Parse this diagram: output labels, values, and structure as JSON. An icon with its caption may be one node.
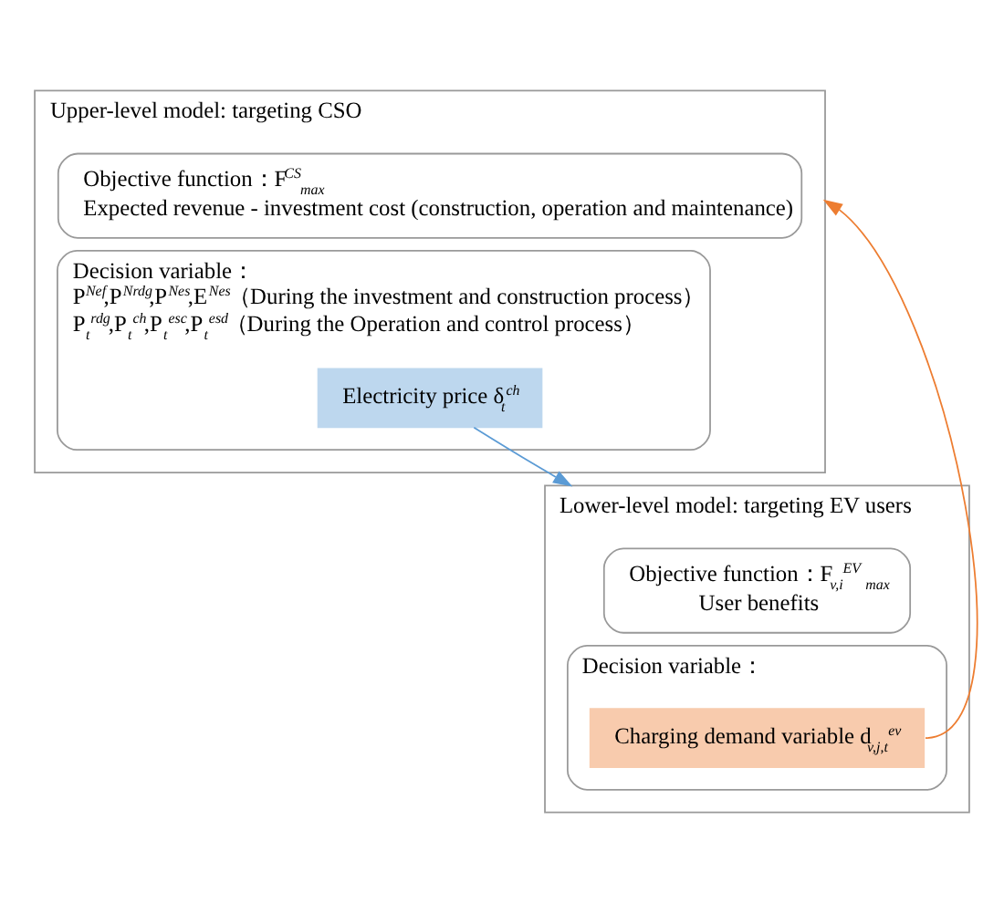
{
  "diagram": {
    "nodes": [
      {
        "text": [
          "Upper-level model: targeting CSO"
        ]
      },
      {
        "text": [
          "Objective function：F$^{CS}$$_{max}$",
          "Expected revenue - investment cost (construction, operation and maintenance)"
        ],
        "in": 0
      },
      {
        "text": [
          "Decision variable：",
          "P$^{Nef}$,P$^{Nrdg}$,P$^{Nes}$,E$^{Nes}$（During the investment and construction process）",
          "P$_{t}$$^{rdg}$,P$_{t}$$^{ch}$,P$_{t}$$^{esc}$,P$_{t}$$^{esd}$（During the Operation and control process）"
        ],
        "in": 0
      },
      {
        "text": [
          "Electricity price δ$_{t}$$^{ch}$"
        ],
        "in": 2
      },
      {
        "text": [
          "Lower-level model: targeting EV users"
        ]
      },
      {
        "text": [
          "Objective function：F$_{v,i}$$^{EV}$ $_{max}$",
          "User benefits"
        ],
        "in": 4
      },
      {
        "text": [
          "Decision variable："
        ],
        "in": 4
      },
      {
        "text": [
          "Charging demand variable d$_{v,j,t}$$^{ev}$"
        ],
        "in": 6
      }
    ],
    "edges": [
      {
        "from": 3,
        "to": 4,
        "arrow": "to",
        "color": "#5b9bd5"
      },
      {
        "from": 7,
        "to": 0,
        "arrow": "to",
        "color": "#ed7d31"
      }
    ]
  }
}
